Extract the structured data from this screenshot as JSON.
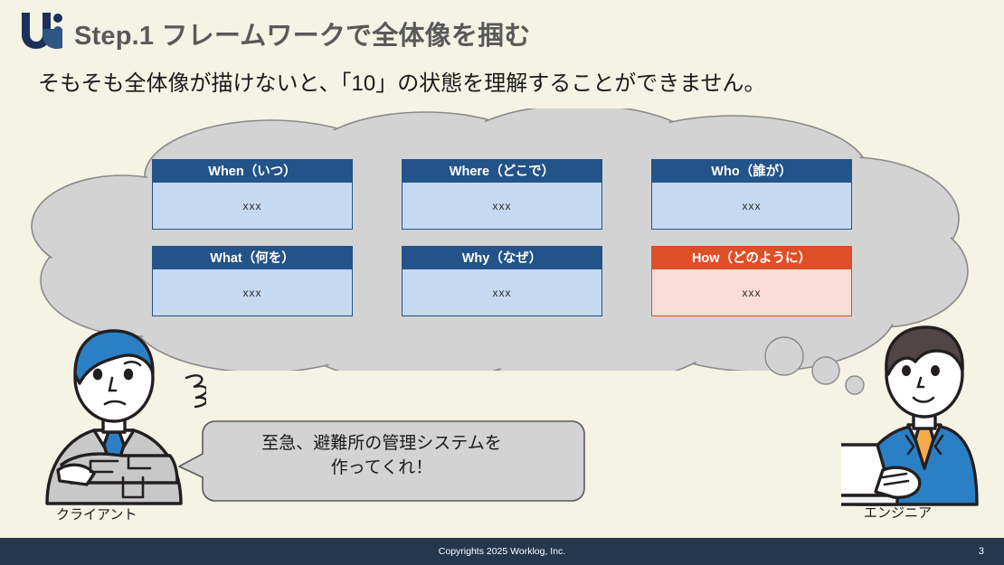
{
  "header": {
    "logo_icon": "worklog-u-logo",
    "step_label": "Step.1",
    "title": "Step.1 フレームワークで全体像を掴む",
    "subtitle": "そもそも全体像が描けないと、「10」の状態を理解することができません。"
  },
  "framework": {
    "name": "5W1H",
    "cards": [
      {
        "title": "When（いつ）",
        "body": "xxx",
        "variant": "blue",
        "head_color": "#235388",
        "body_color": "#c5d9f1"
      },
      {
        "title": "Where（どこで）",
        "body": "xxx",
        "variant": "blue",
        "head_color": "#235388",
        "body_color": "#c5d9f1"
      },
      {
        "title": "Who（誰が）",
        "body": "xxx",
        "variant": "blue",
        "head_color": "#235388",
        "body_color": "#c5d9f1"
      },
      {
        "title": "What（何を）",
        "body": "xxx",
        "variant": "blue",
        "head_color": "#235388",
        "body_color": "#c5d9f1"
      },
      {
        "title": "Why（なぜ）",
        "body": "xxx",
        "variant": "blue",
        "head_color": "#235388",
        "body_color": "#c5d9f1"
      },
      {
        "title": "How（どのように）",
        "body": "xxx",
        "variant": "orange",
        "head_color": "#dd4f26",
        "body_color": "#f8dcd5"
      }
    ]
  },
  "speech": {
    "line1": "至急、避難所の管理システムを",
    "line2": "作ってくれ！"
  },
  "people": {
    "client": {
      "label": "クライアント",
      "icon": "client-person-icon",
      "hair_color": "#2b7fc4",
      "suit_color": "#c8c8c8",
      "tie_color": "#2b7fc4"
    },
    "engineer": {
      "label": "エンジニア",
      "icon": "engineer-person-icon",
      "hair_color": "#4f4645",
      "suit_color": "#2b7fc4",
      "tie_color": "#f4ab4e"
    }
  },
  "footer": {
    "copyright": "Copyrights 2025 Worklog, Inc.",
    "page_number": "3",
    "background": "#23374d"
  }
}
